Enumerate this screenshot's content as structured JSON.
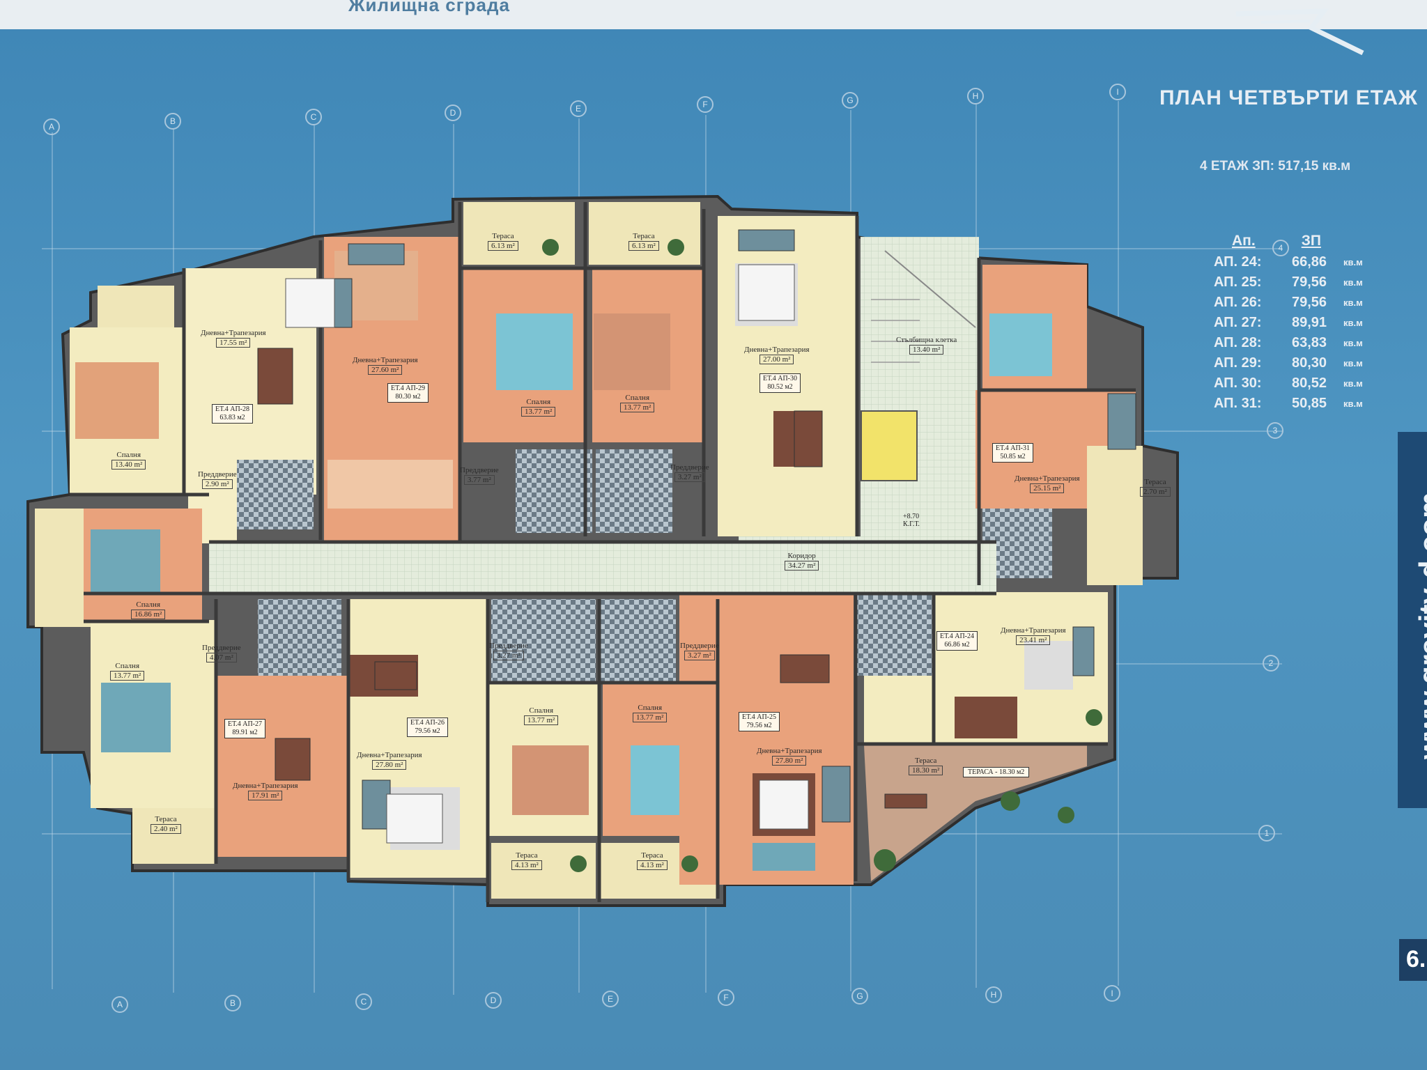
{
  "header_text": "Жилищна сграда",
  "title": "ПЛАН ЧЕТВЪРТИ ЕТАЖ",
  "subtitle": "4 ЕТАЖ ЗП: 517,15 кв.м",
  "table": {
    "col_ap": "Ап.",
    "col_zp": "ЗП",
    "rows": [
      {
        "ap": "АП. 24:",
        "area": "66,86",
        "unit": "кв.м"
      },
      {
        "ap": "АП. 25:",
        "area": "79,56",
        "unit": "кв.м"
      },
      {
        "ap": "АП. 26:",
        "area": "79,56",
        "unit": "кв.м"
      },
      {
        "ap": "АП. 27:",
        "area": "89,91",
        "unit": "кв.м"
      },
      {
        "ap": "АП. 28:",
        "area": "63,83",
        "unit": "кв.м"
      },
      {
        "ap": "АП. 29:",
        "area": "80,30",
        "unit": "кв.м"
      },
      {
        "ap": "АП. 30:",
        "area": "80,52",
        "unit": "кв.м"
      },
      {
        "ap": "АП. 31:",
        "area": "50,85",
        "unit": "кв.м"
      }
    ]
  },
  "url": "www.gravity-d.com",
  "page_number": "6.",
  "axes": {
    "top": [
      "A",
      "B",
      "C",
      "D",
      "E",
      "F",
      "G",
      "H",
      "I"
    ],
    "bottom": [
      "A",
      "B",
      "C",
      "D",
      "E",
      "F",
      "G",
      "H",
      "I"
    ],
    "right": [
      "4",
      "3",
      "2",
      "1"
    ]
  },
  "rooms": {
    "r1": {
      "name": "Тераса",
      "area": "6.13 m²"
    },
    "r2": {
      "name": "Тераса",
      "area": "6.13 m²"
    },
    "r3": {
      "name": "Дневна+Трапезария",
      "area": "17.55 m²"
    },
    "r4": {
      "name": "Дневна+Трапезария",
      "area": "27.60 m²"
    },
    "r5": {
      "name": "Спалня",
      "area": "13.77 m²"
    },
    "r6": {
      "name": "Спалня",
      "area": "13.77 m²"
    },
    "r7": {
      "name": "Дневна+Трапезария",
      "area": "27.00 m²"
    },
    "r8": {
      "name": "Спалня",
      "area": "13.40 m²"
    },
    "r9": {
      "name": "Преддверие",
      "area": "2.90 m²"
    },
    "r10": {
      "name": "Преддверие",
      "area": "3.77 m²"
    },
    "r11": {
      "name": "Преддверие",
      "area": "3.27 m²"
    },
    "r12": {
      "name": "Дневна+Трапезария",
      "area": "25.15 m²"
    },
    "r13": {
      "name": "Тераса",
      "area": "2.70 m²"
    },
    "r14": {
      "name": "Коридор",
      "area": "34.27 m²"
    },
    "r15": {
      "name": "Спалня",
      "area": "16.86 m²"
    },
    "r16": {
      "name": "Преддверие",
      "area": "4.07 m²"
    },
    "r17": {
      "name": "Спалня",
      "area": "13.77 m²"
    },
    "r18": {
      "name": "Преддверие",
      "area": "3.27 m²"
    },
    "r19": {
      "name": "Преддверие",
      "area": "3.27 m²"
    },
    "r20": {
      "name": "Дневна+Трапезария",
      "area": "23.41 m²"
    },
    "r21": {
      "name": "Дневна+Трапезария",
      "area": "17.91 m²"
    },
    "r22": {
      "name": "Дневна+Трапезария",
      "area": "27.80 m²"
    },
    "r23": {
      "name": "Спалня",
      "area": "13.77 m²"
    },
    "r24": {
      "name": "Спалня",
      "area": "13.77 m²"
    },
    "r25": {
      "name": "Дневна+Трапезария",
      "area": "27.80 m²"
    },
    "r26": {
      "name": "Тераса",
      "area": "18.30 m²"
    },
    "r27": {
      "name": "Тераса",
      "area": "2.40 m²"
    },
    "r28": {
      "name": "Тераса",
      "area": "4.13 m²"
    },
    "r29": {
      "name": "Тераса",
      "area": "4.13 m²"
    },
    "r30": {
      "name": "Стълбищна клетка",
      "area": "13.40 m²"
    }
  },
  "apartments": {
    "a28": {
      "line1": "ЕТ.4 АП-28",
      "line2": "63.83 м2"
    },
    "a29": {
      "line1": "ЕТ.4 АП-29",
      "line2": "80.30 м2"
    },
    "a30": {
      "line1": "ЕТ.4 АП-30",
      "line2": "80.52 м2"
    },
    "a31": {
      "line1": "ЕТ.4 АП-31",
      "line2": "50.85 м2"
    },
    "a27": {
      "line1": "ЕТ.4 АП-27",
      "line2": "89.91 м2"
    },
    "a26": {
      "line1": "ЕТ.4 АП-26",
      "line2": "79.56 м2"
    },
    "a25": {
      "line1": "ЕТ.4 АП-25",
      "line2": "79.56 м2"
    },
    "a24": {
      "line1": "ЕТ.4 АП-24",
      "line2": "66.86 м2"
    }
  },
  "terrace_box": "ТЕРАСА - 18.30 м2",
  "level_mark": {
    "line1": "+8.70",
    "line2": "К.Г.Т."
  },
  "colors": {
    "background": "#4a8fb8",
    "floor_cream": "#f3ecc0",
    "floor_salmon": "#e9a27c",
    "wall": "#4a4a4a",
    "corridor": "#d9e6d2",
    "elevator": "#f2e36a"
  }
}
